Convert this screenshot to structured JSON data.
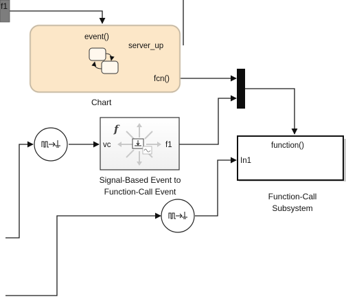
{
  "blocks": {
    "inport_top": {
      "label": "f1"
    },
    "chart": {
      "name": "Chart",
      "event_port": "event()",
      "output_port": "server_up",
      "fcn_port": "fcn()",
      "fill_color": "#fce7c8",
      "border_color": "#8a8a8a"
    },
    "signal_event": {
      "name_line1": "Signal-Based Event to",
      "name_line2": "Function-Call Event",
      "input_port": "vc",
      "output_port": "f1",
      "glyph": "f"
    },
    "function_call_subsystem": {
      "name_line1": "Function-Call",
      "name_line2": "Subsystem",
      "trigger_port": "function()",
      "input_port": "In1"
    },
    "rate_transition_1": {
      "icon": "pulse-to-ground-icon"
    },
    "rate_transition_2": {
      "icon": "pulse-to-ground-icon"
    },
    "mux": {
      "icon": "mux-bar-icon"
    }
  }
}
